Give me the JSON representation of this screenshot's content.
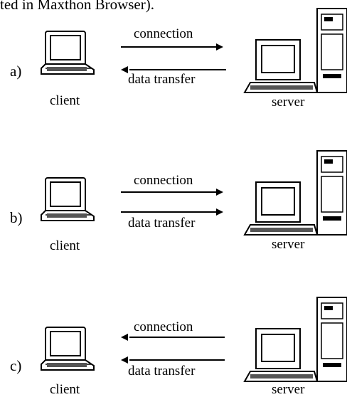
{
  "caption_fragment": "ted in Maxthon Browser).",
  "client_label": "client",
  "server_label": "server",
  "panels": [
    {
      "label": "a)",
      "connection_label": "connection",
      "connection_direction": "client-to-server",
      "transfer_label": "data transfer",
      "transfer_direction": "server-to-client"
    },
    {
      "label": "b)",
      "connection_label": "connection",
      "connection_direction": "client-to-server",
      "transfer_label": "data transfer",
      "transfer_direction": "client-to-server"
    },
    {
      "label": "c)",
      "connection_label": "connection",
      "connection_direction": "server-to-client",
      "transfer_label": "data transfer",
      "transfer_direction": "server-to-client"
    }
  ]
}
